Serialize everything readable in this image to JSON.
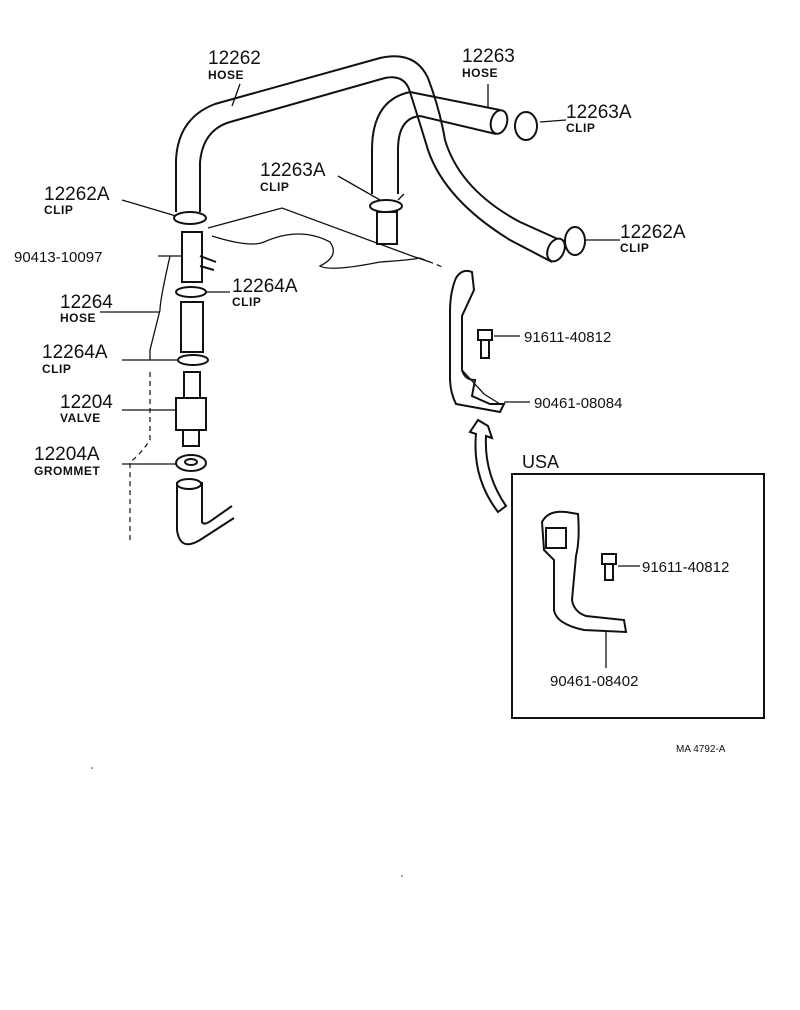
{
  "callouts": {
    "hose_12262": {
      "number": "12262",
      "name": "HOSE"
    },
    "hose_12263": {
      "number": "12263",
      "name": "HOSE"
    },
    "clip_12263a_right": {
      "number": "12263A",
      "name": "CLIP"
    },
    "clip_12263a_mid": {
      "number": "12263A",
      "name": "CLIP"
    },
    "clip_12262a_left": {
      "number": "12262A",
      "name": "CLIP"
    },
    "clip_12262a_right": {
      "number": "12262A",
      "name": "CLIP"
    },
    "union_90413": {
      "number": "90413-10097"
    },
    "clip_12264a_upper": {
      "number": "12264A",
      "name": "CLIP"
    },
    "hose_12264": {
      "number": "12264",
      "name": "HOSE"
    },
    "clip_12264a_lower": {
      "number": "12264A",
      "name": "CLIP"
    },
    "valve_12204": {
      "number": "12204",
      "name": "VALVE"
    },
    "grommet_12204a": {
      "number": "12204A",
      "name": "GROMMET"
    },
    "bolt_91611_main": {
      "number": "91611-40812"
    },
    "bracket_90461_08084": {
      "number": "90461-08084"
    },
    "bolt_91611_usa": {
      "number": "91611-40812"
    },
    "bracket_90461_08402": {
      "number": "90461-08402"
    }
  },
  "inset": {
    "title": "USA"
  },
  "figure_code": "MA  4792-A"
}
